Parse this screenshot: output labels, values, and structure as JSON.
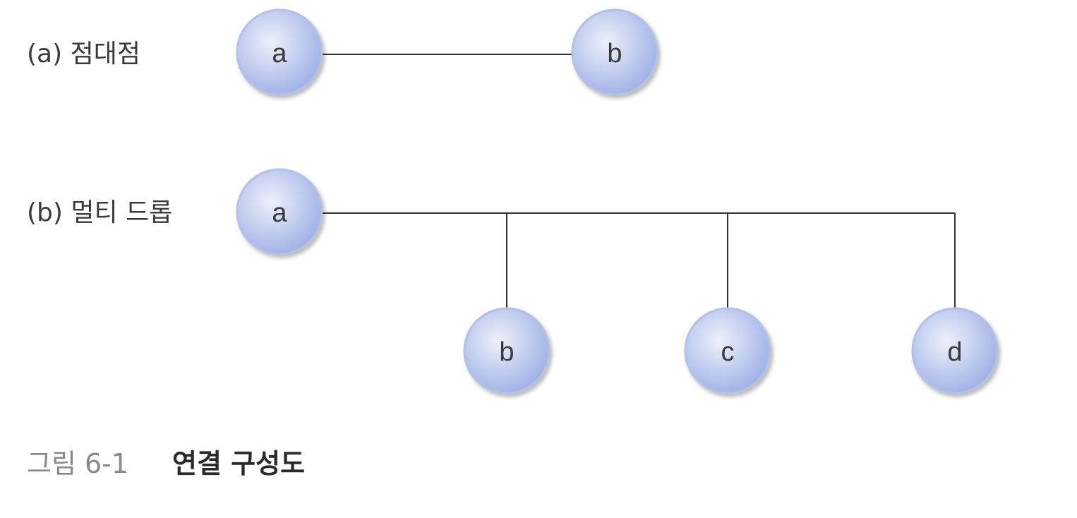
{
  "sections": [
    {
      "id": "point-to-point",
      "label": "(a) 점대점",
      "nodes": [
        {
          "id": "a",
          "label": "a"
        },
        {
          "id": "b",
          "label": "b"
        }
      ],
      "links": [
        {
          "from": "a",
          "to": "b"
        }
      ]
    },
    {
      "id": "multi-drop",
      "label": "(b) 멀티 드롭",
      "nodes": [
        {
          "id": "a",
          "label": "a"
        },
        {
          "id": "b",
          "label": "b"
        },
        {
          "id": "c",
          "label": "c"
        },
        {
          "id": "d",
          "label": "d"
        }
      ],
      "links": [
        {
          "from": "a",
          "to": "b"
        },
        {
          "from": "a",
          "to": "c"
        },
        {
          "from": "a",
          "to": "d"
        }
      ]
    }
  ],
  "caption": {
    "number": "그림 6-1",
    "title": "연결 구성도"
  },
  "colors": {
    "node_fill_center": "#eef1fb",
    "node_fill_edge": "#9fb1e6",
    "node_stroke": "#b4c0e4",
    "link": "#333333"
  }
}
